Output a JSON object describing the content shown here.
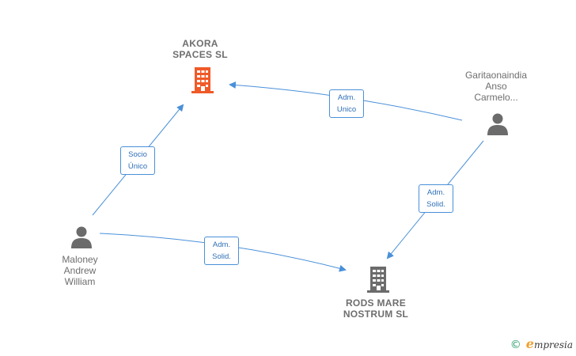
{
  "nodes": {
    "akora": {
      "label": "AKORA\nSPACES  SL",
      "color": "#f05a28"
    },
    "rods": {
      "label": "RODS MARE\nNOSTRUM  SL",
      "color": "#6b6b6b"
    },
    "garitaonaindia": {
      "label": "Garitaonaindia\nAnso\nCarmelo..."
    },
    "maloney": {
      "label": "Maloney\nAndrew\nWilliam"
    }
  },
  "edges": {
    "maloney_akora": "Socio\nÚnico",
    "garitaonaindia_akora": "Adm.\nUnico",
    "garitaonaindia_rods": "Adm.\nSolid.",
    "maloney_rods": "Adm.\nSolid."
  },
  "colors": {
    "edge": "#4a90d9",
    "person": "#6b6b6b"
  },
  "brand": {
    "copyright": "©",
    "initial": "e",
    "name": "mpresia"
  }
}
